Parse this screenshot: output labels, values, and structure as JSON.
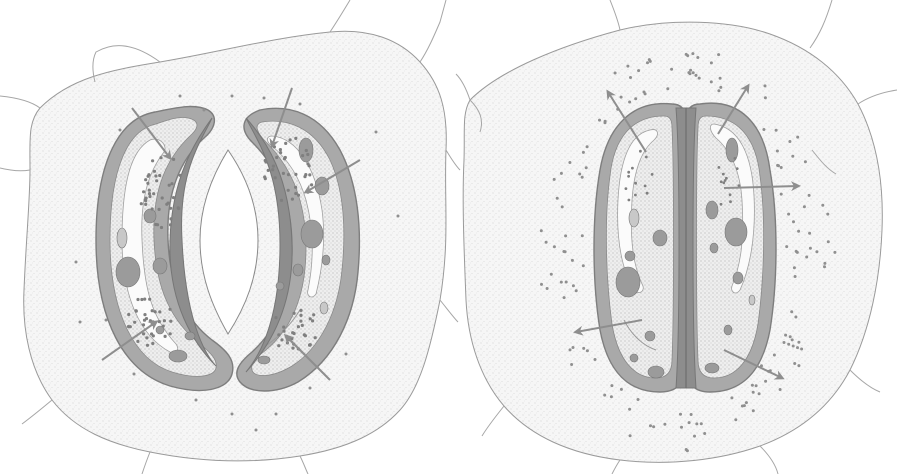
{
  "figure": {
    "panels": [
      {
        "id": "left",
        "state": "open stomatal pore (guard cells turgid)",
        "arrow_direction": "inward"
      },
      {
        "id": "right",
        "state": "closed stomatal pore (guard cells flaccid)",
        "arrow_direction": "outward"
      }
    ],
    "colors": {
      "background": "#ffffff",
      "cell_fill": "#f4f4f4",
      "stipple": "#c8c8c8",
      "outline": "#8e8e8e",
      "wall": "#a8a8a8",
      "wall_dark": "#8a8a8a",
      "cytoplasm": "#ececec",
      "vacuole": "#fbfbfb",
      "organelle": "#9b9b9b",
      "ion_dot": "#8a8a8a",
      "arrow": "#8e8e8e"
    }
  }
}
